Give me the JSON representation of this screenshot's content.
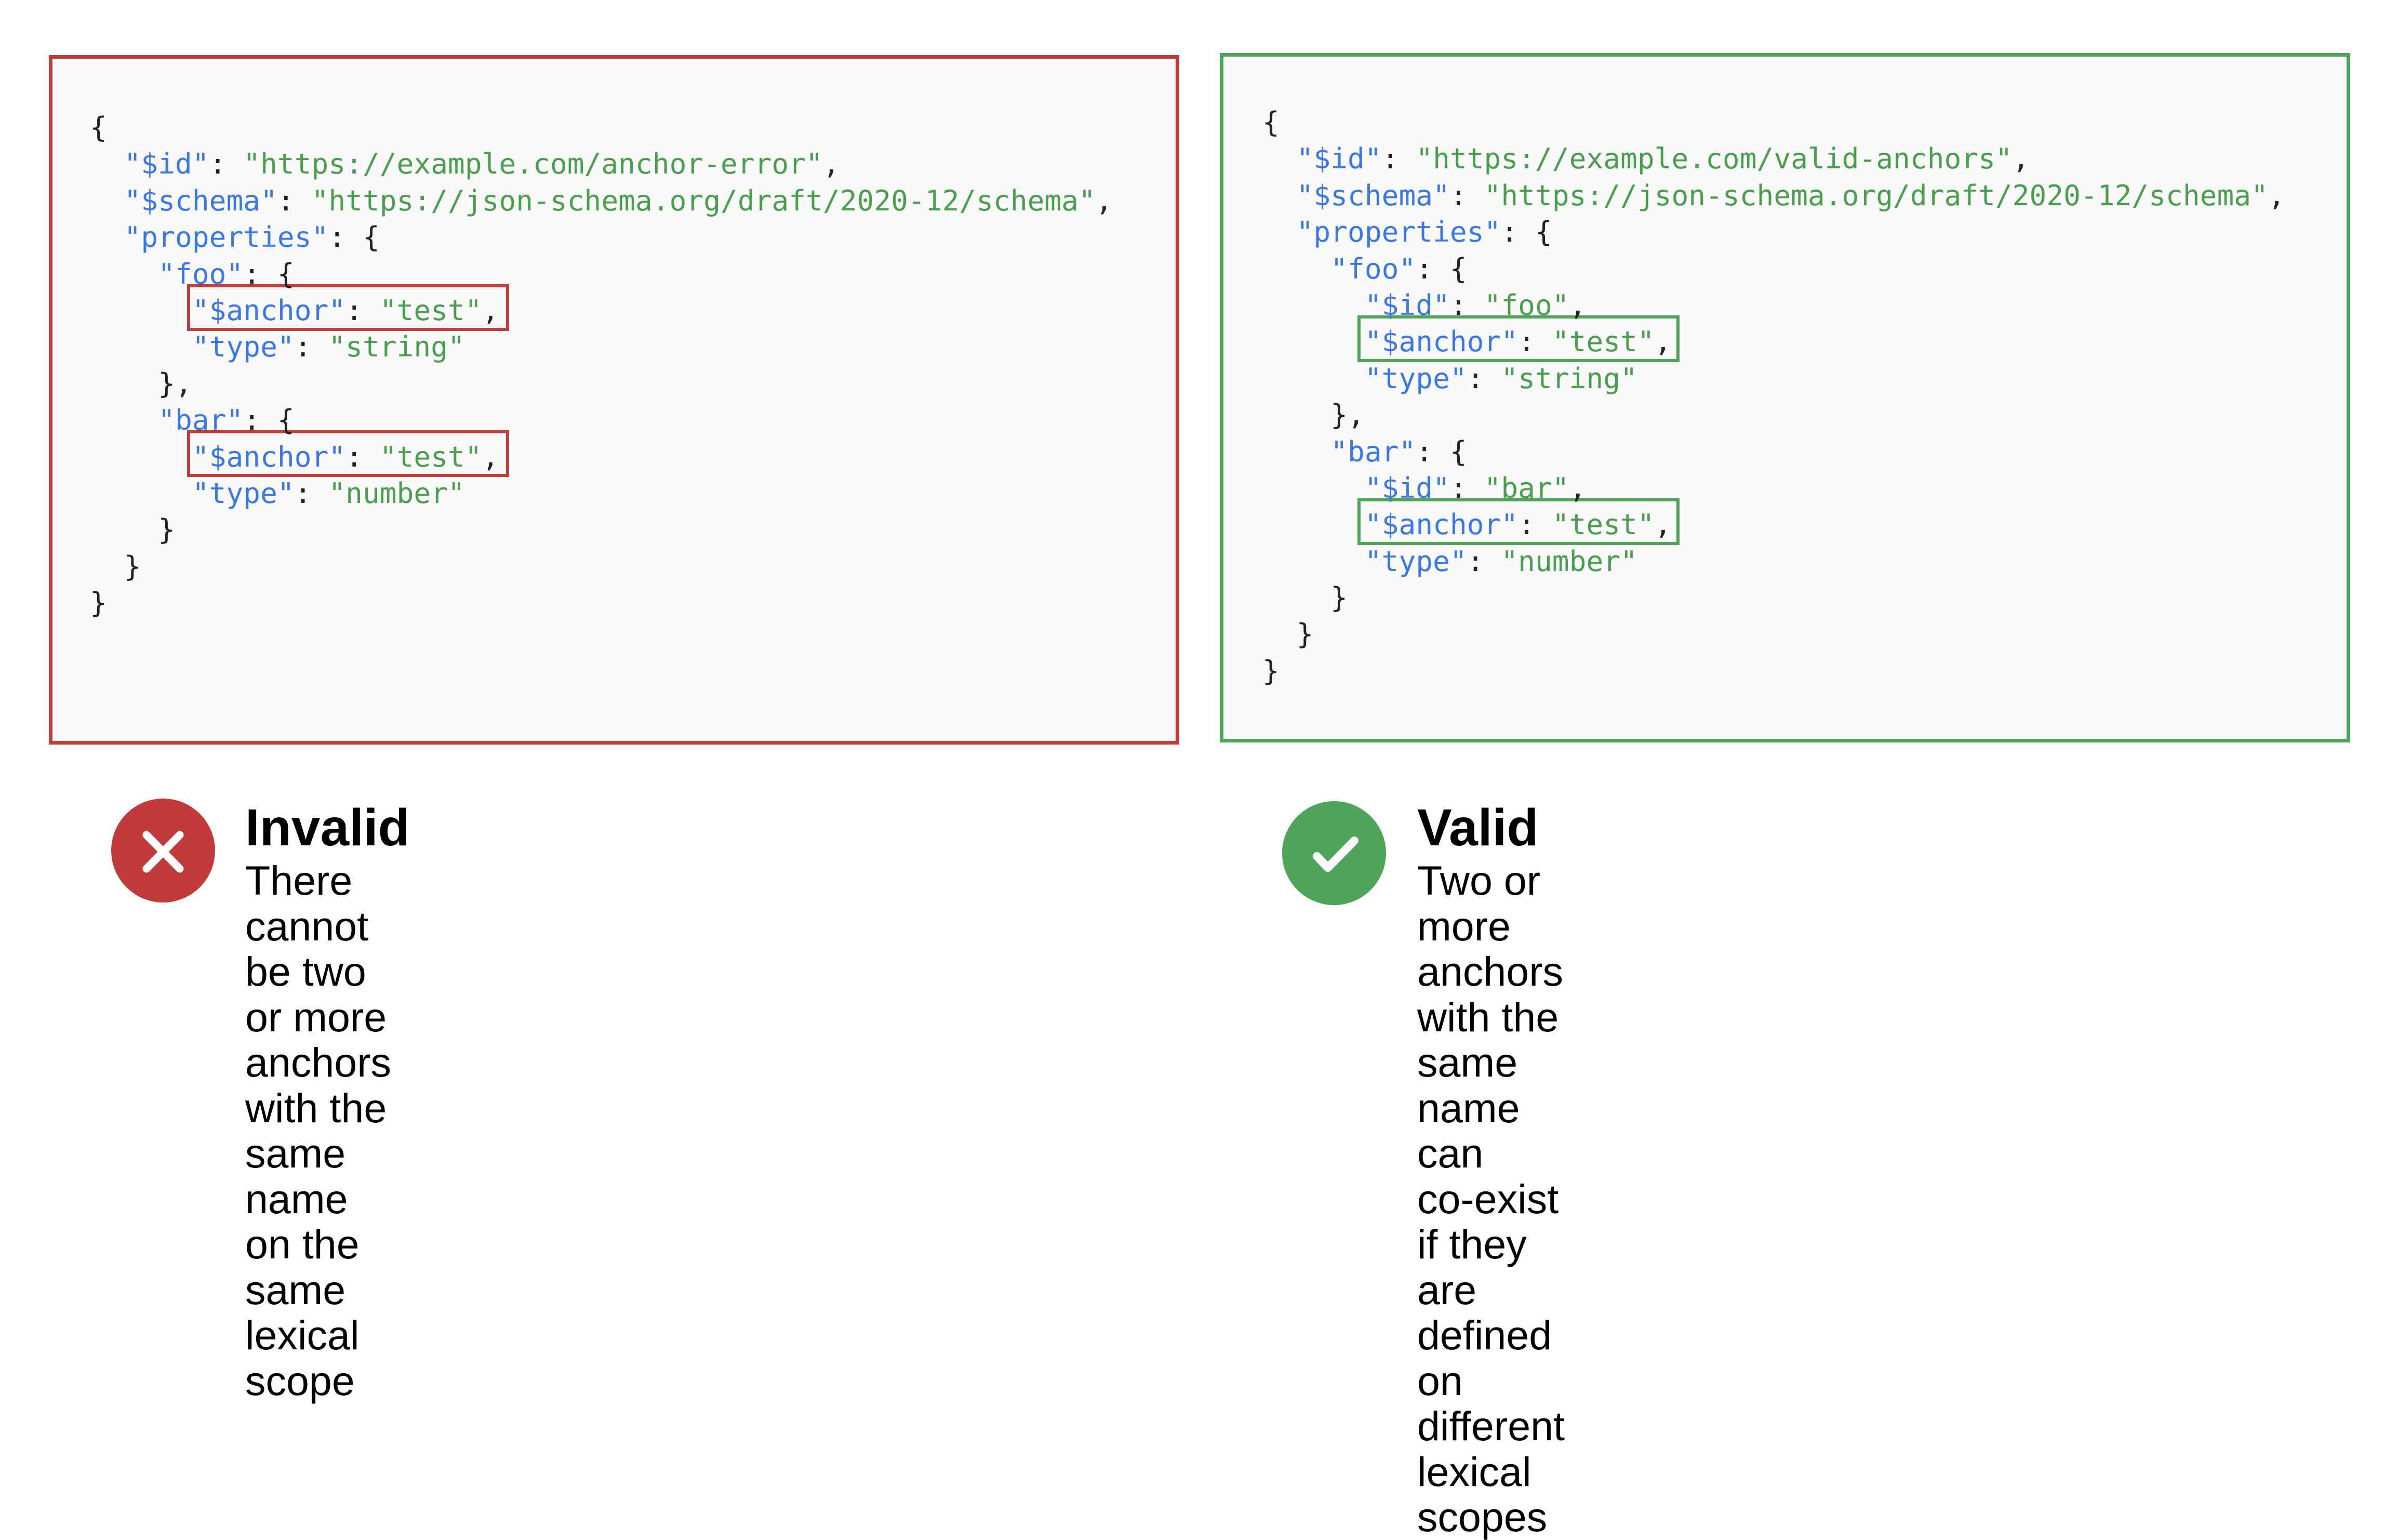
{
  "colors": {
    "invalid": "#c23b3b",
    "valid": "#4ea55a",
    "key": "#3b78e7",
    "string": "#4a9f4f",
    "punctuation": "#222222",
    "panel_bg": "#f9f9f9"
  },
  "panels": {
    "invalid": {
      "lines": [
        [
          {
            "t": "p",
            "v": "{"
          }
        ],
        [
          {
            "t": "p",
            "v": "  "
          },
          {
            "t": "k",
            "v": "\"$id\""
          },
          {
            "t": "p",
            "v": ": "
          },
          {
            "t": "s",
            "v": "\"https://example.com/anchor-error\""
          },
          {
            "t": "p",
            "v": ","
          }
        ],
        [
          {
            "t": "p",
            "v": "  "
          },
          {
            "t": "k",
            "v": "\"$schema\""
          },
          {
            "t": "p",
            "v": ": "
          },
          {
            "t": "s",
            "v": "\"https://json-schema.org/draft/2020-12/schema\""
          },
          {
            "t": "p",
            "v": ","
          }
        ],
        [
          {
            "t": "p",
            "v": "  "
          },
          {
            "t": "k",
            "v": "\"properties\""
          },
          {
            "t": "p",
            "v": ": {"
          }
        ],
        [
          {
            "t": "p",
            "v": "    "
          },
          {
            "t": "k",
            "v": "\"foo\""
          },
          {
            "t": "p",
            "v": ": {"
          }
        ],
        [
          {
            "t": "p",
            "v": "      "
          },
          {
            "t": "k",
            "v": "\"$anchor\""
          },
          {
            "t": "p",
            "v": ": "
          },
          {
            "t": "s",
            "v": "\"test\""
          },
          {
            "t": "p",
            "v": ","
          }
        ],
        [
          {
            "t": "p",
            "v": "      "
          },
          {
            "t": "k",
            "v": "\"type\""
          },
          {
            "t": "p",
            "v": ": "
          },
          {
            "t": "s",
            "v": "\"string\""
          }
        ],
        [
          {
            "t": "p",
            "v": "    },"
          }
        ],
        [
          {
            "t": "p",
            "v": "    "
          },
          {
            "t": "k",
            "v": "\"bar\""
          },
          {
            "t": "p",
            "v": ": {"
          }
        ],
        [
          {
            "t": "p",
            "v": "      "
          },
          {
            "t": "k",
            "v": "\"$anchor\""
          },
          {
            "t": "p",
            "v": ": "
          },
          {
            "t": "s",
            "v": "\"test\""
          },
          {
            "t": "p",
            "v": ","
          }
        ],
        [
          {
            "t": "p",
            "v": "      "
          },
          {
            "t": "k",
            "v": "\"type\""
          },
          {
            "t": "p",
            "v": ": "
          },
          {
            "t": "s",
            "v": "\"number\""
          }
        ],
        [
          {
            "t": "p",
            "v": "    }"
          }
        ],
        [
          {
            "t": "p",
            "v": "  }"
          }
        ],
        [
          {
            "t": "p",
            "v": "}"
          }
        ]
      ],
      "highlighted_lines": [
        5,
        9
      ]
    },
    "valid": {
      "lines": [
        [
          {
            "t": "p",
            "v": "{"
          }
        ],
        [
          {
            "t": "p",
            "v": "  "
          },
          {
            "t": "k",
            "v": "\"$id\""
          },
          {
            "t": "p",
            "v": ": "
          },
          {
            "t": "s",
            "v": "\"https://example.com/valid-anchors\""
          },
          {
            "t": "p",
            "v": ","
          }
        ],
        [
          {
            "t": "p",
            "v": "  "
          },
          {
            "t": "k",
            "v": "\"$schema\""
          },
          {
            "t": "p",
            "v": ": "
          },
          {
            "t": "s",
            "v": "\"https://json-schema.org/draft/2020-12/schema\""
          },
          {
            "t": "p",
            "v": ","
          }
        ],
        [
          {
            "t": "p",
            "v": "  "
          },
          {
            "t": "k",
            "v": "\"properties\""
          },
          {
            "t": "p",
            "v": ": {"
          }
        ],
        [
          {
            "t": "p",
            "v": "    "
          },
          {
            "t": "k",
            "v": "\"foo\""
          },
          {
            "t": "p",
            "v": ": {"
          }
        ],
        [
          {
            "t": "p",
            "v": "      "
          },
          {
            "t": "k",
            "v": "\"$id\""
          },
          {
            "t": "p",
            "v": ": "
          },
          {
            "t": "s",
            "v": "\"foo\""
          },
          {
            "t": "p",
            "v": ","
          }
        ],
        [
          {
            "t": "p",
            "v": "      "
          },
          {
            "t": "k",
            "v": "\"$anchor\""
          },
          {
            "t": "p",
            "v": ": "
          },
          {
            "t": "s",
            "v": "\"test\""
          },
          {
            "t": "p",
            "v": ","
          }
        ],
        [
          {
            "t": "p",
            "v": "      "
          },
          {
            "t": "k",
            "v": "\"type\""
          },
          {
            "t": "p",
            "v": ": "
          },
          {
            "t": "s",
            "v": "\"string\""
          }
        ],
        [
          {
            "t": "p",
            "v": "    },"
          }
        ],
        [
          {
            "t": "p",
            "v": "    "
          },
          {
            "t": "k",
            "v": "\"bar\""
          },
          {
            "t": "p",
            "v": ": {"
          }
        ],
        [
          {
            "t": "p",
            "v": "      "
          },
          {
            "t": "k",
            "v": "\"$id\""
          },
          {
            "t": "p",
            "v": ": "
          },
          {
            "t": "s",
            "v": "\"bar\""
          },
          {
            "t": "p",
            "v": ","
          }
        ],
        [
          {
            "t": "p",
            "v": "      "
          },
          {
            "t": "k",
            "v": "\"$anchor\""
          },
          {
            "t": "p",
            "v": ": "
          },
          {
            "t": "s",
            "v": "\"test\""
          },
          {
            "t": "p",
            "v": ","
          }
        ],
        [
          {
            "t": "p",
            "v": "      "
          },
          {
            "t": "k",
            "v": "\"type\""
          },
          {
            "t": "p",
            "v": ": "
          },
          {
            "t": "s",
            "v": "\"number\""
          }
        ],
        [
          {
            "t": "p",
            "v": "    }"
          }
        ],
        [
          {
            "t": "p",
            "v": "  }"
          }
        ],
        [
          {
            "t": "p",
            "v": "}"
          }
        ]
      ],
      "highlighted_lines": [
        6,
        11
      ]
    }
  },
  "captions": {
    "invalid": {
      "icon": "cross-icon",
      "title": "Invalid",
      "description_lines": [
        "There cannot be two or more anchors with the",
        "same name on the same lexical scope"
      ]
    },
    "valid": {
      "icon": "check-icon",
      "title": "Valid",
      "description_lines": [
        "Two or more anchors with the same name can",
        "co-exist if they are defined on different lexical",
        "scopes"
      ]
    }
  }
}
